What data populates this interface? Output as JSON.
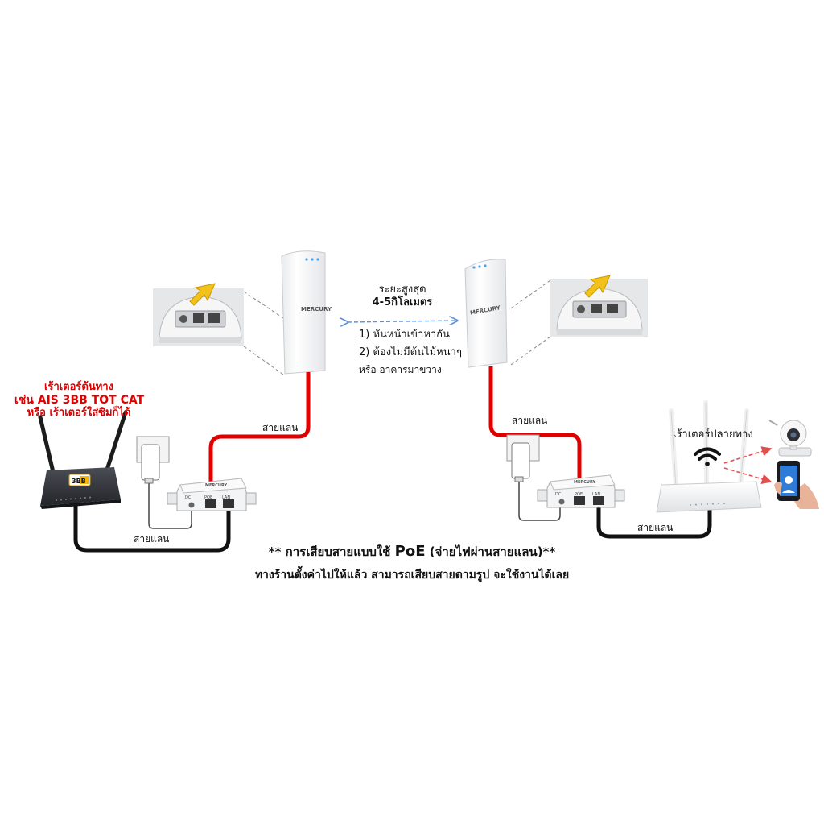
{
  "distance": {
    "label": "ระยะสูงสุด",
    "value": "4-5กิโลเมตร"
  },
  "tips": [
    "1) หันหน้าเข้าหากัน",
    "2) ต้องไม่มีต้นไม้หนาๆ",
    "หรือ อาคารมาขวาง"
  ],
  "main_router": {
    "lines": [
      "เร้าเตอร์ต้นทาง",
      "เช่น AIS 3BB TOT CAT",
      "หรือ เร้าเตอร์ใส่ซิมก็ได้"
    ],
    "badge": "3BB"
  },
  "remote_router": {
    "label": "เร้าเตอร์ปลายทาง"
  },
  "cable_labels": {
    "left_vertical": "สายแลน",
    "left_bottom": "สายแลน",
    "right_vertical": "สายแลน",
    "right_bottom": "สายแลน"
  },
  "device_brand": "MERCURY",
  "poe_ports": [
    "DC",
    "POE",
    "LAN"
  ],
  "note": {
    "line1_prefix": "** การเสียบสายแบบใช้ ",
    "line1_poe": "PoE",
    "line1_suffix": " (จ่ายไฟผ่านสายแลน)**",
    "line2": "ทางร้านตั้งค่าไปให้แล้ว สามารถเสียบสายตามรูป จะใช้งานได้เลย"
  },
  "colors": {
    "poe_cable": "#e00000",
    "lan_cable": "#111111",
    "arrow": "#5b8fd6",
    "callout_arrow": "#f2c21b",
    "label_red": "#e00000"
  },
  "icons": [
    "wifi-icon",
    "security-camera-icon",
    "smartphone-icon",
    "power-adapter-icon",
    "arrow-icon"
  ]
}
